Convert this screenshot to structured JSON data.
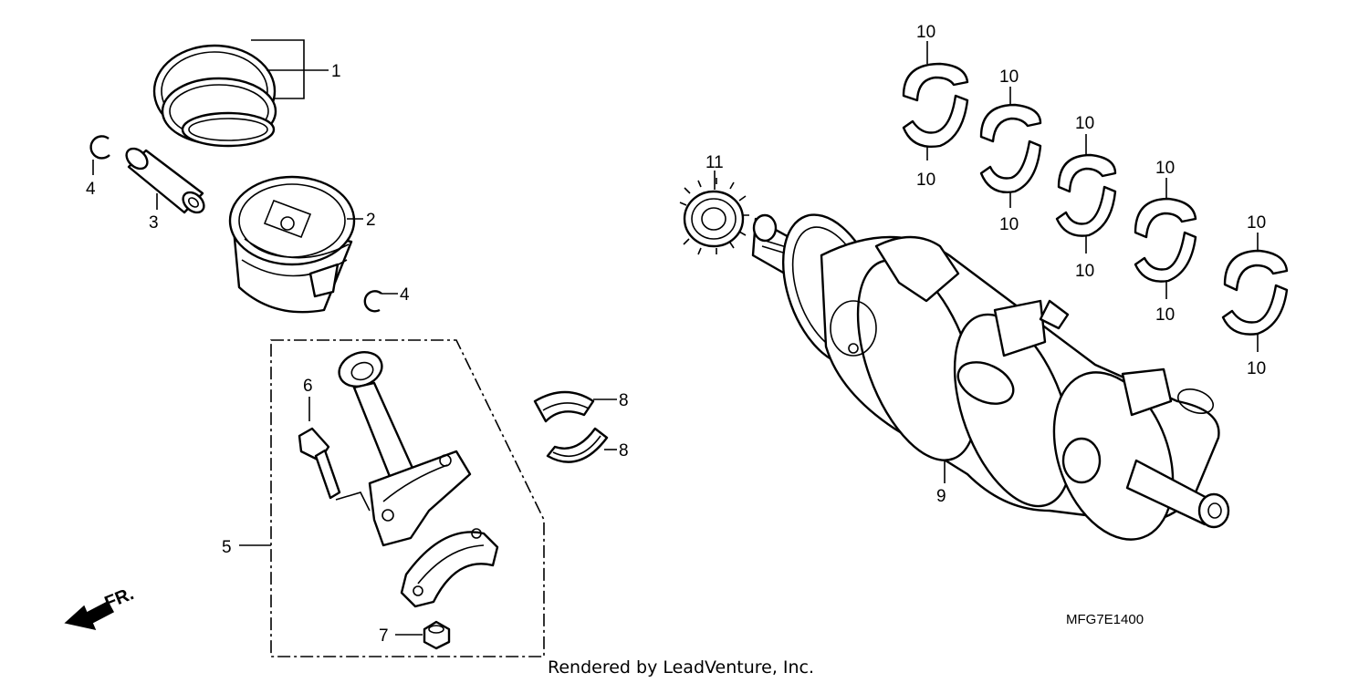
{
  "callouts": {
    "ring_set": "1",
    "piston": "2",
    "piston_pin": "3",
    "pin_clip_left": "4",
    "pin_clip_right": "4",
    "rod_assembly": "5",
    "rod_bolt": "6",
    "rod_nut": "7",
    "rod_bearing_upper": "8",
    "rod_bearing_lower": "8",
    "crankshaft": "9",
    "main_bearings": [
      "10",
      "10",
      "10",
      "10",
      "10",
      "10",
      "10",
      "10",
      "10",
      "10"
    ],
    "gear": "11"
  },
  "direction_label": "FR.",
  "diagram_code": "MFG7E1400",
  "footer": "Rendered by LeadVenture, Inc."
}
